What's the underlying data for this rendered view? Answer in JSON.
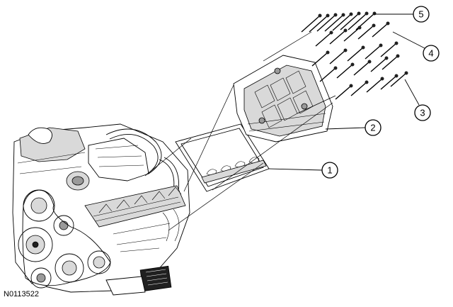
{
  "figure_id": "N0113522",
  "callouts": [
    {
      "number": "1"
    },
    {
      "number": "2"
    },
    {
      "number": "3"
    },
    {
      "number": "4"
    },
    {
      "number": "5"
    }
  ]
}
